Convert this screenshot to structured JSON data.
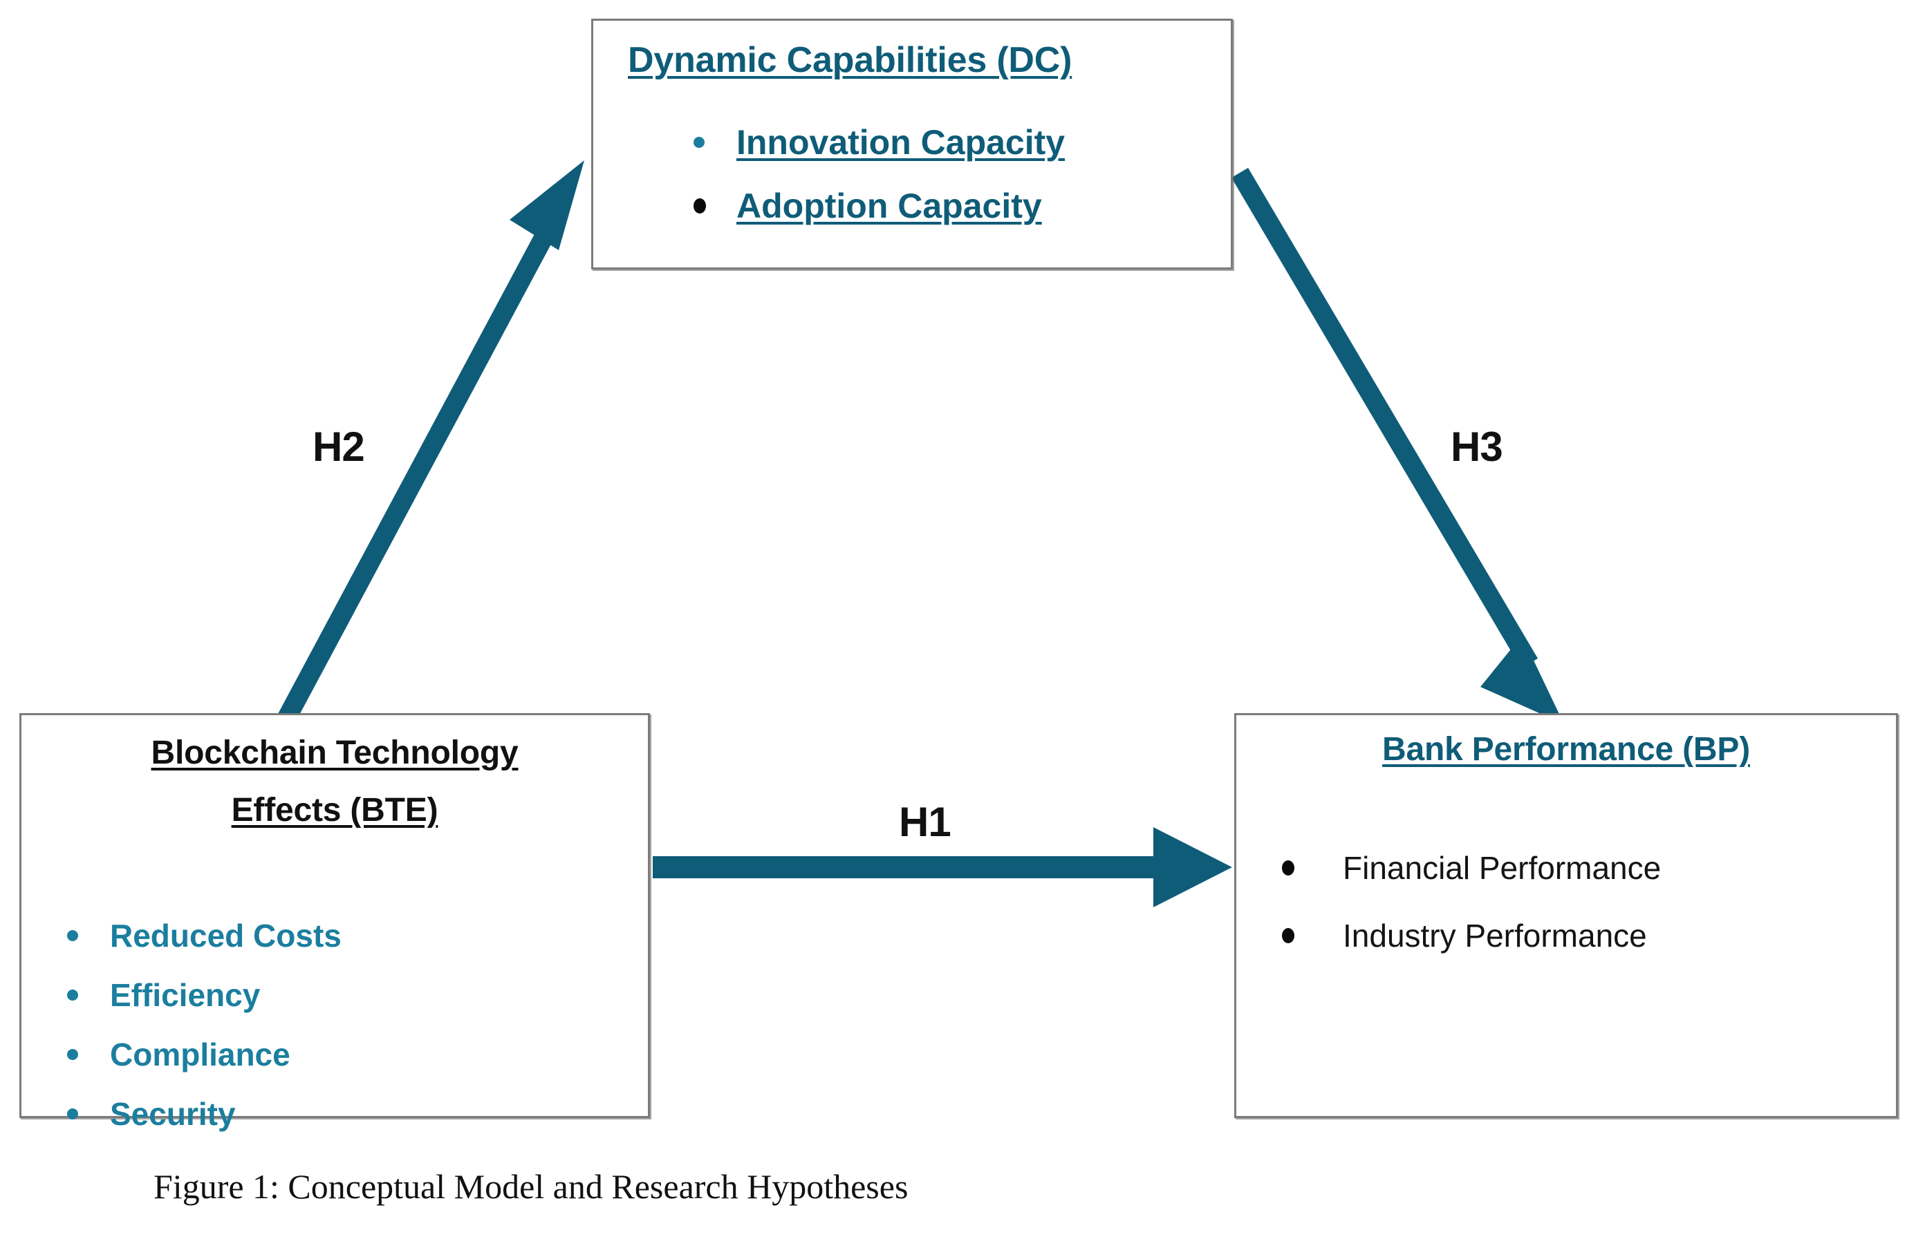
{
  "figure": {
    "caption": "Figure 1: Conceptual Model and Research Hypotheses"
  },
  "colors": {
    "arrow_teal": "#0f5c78",
    "title_teal": "#0f5c78",
    "bullet_teal": "#1b7e9e",
    "box_border": "#7b7b7b",
    "text_black": "#111111",
    "background": "#ffffff"
  },
  "nodes": {
    "dc": {
      "title": "Dynamic Capabilities (DC)",
      "bullets": [
        {
          "label": "Innovation Capacity",
          "marker": "teal"
        },
        {
          "label": "Adoption Capacity",
          "marker": "black"
        }
      ]
    },
    "bte": {
      "title_line1": "Blockchain Technology",
      "title_line2": "Effects (BTE)",
      "bullets": [
        {
          "label": "Reduced Costs",
          "marker": "teal"
        },
        {
          "label": "Efficiency",
          "marker": "teal"
        },
        {
          "label": "Compliance",
          "marker": "teal"
        },
        {
          "label": "Security",
          "marker": "teal"
        }
      ]
    },
    "bp": {
      "title": "Bank Performance (BP)",
      "bullets": [
        {
          "label": "Financial Performance",
          "marker": "black"
        },
        {
          "label": "Industry Performance",
          "marker": "black"
        }
      ]
    }
  },
  "hypotheses": [
    {
      "id": "H1",
      "label": "H1",
      "from": "bte",
      "to": "bp",
      "direction": "right"
    },
    {
      "id": "H2",
      "label": "H2",
      "from": "bte",
      "to": "dc",
      "direction": "up-right"
    },
    {
      "id": "H3",
      "label": "H3",
      "from": "dc",
      "to": "bp",
      "direction": "down-right"
    }
  ],
  "chart_data": {
    "type": "diagram",
    "title": "Figure 1: Conceptual Model and Research Hypotheses",
    "diagram_kind": "conceptual-path-model",
    "nodes": [
      {
        "id": "BTE",
        "name": "Blockchain Technology Effects (BTE)",
        "items": [
          "Reduced Costs",
          "Efficiency",
          "Compliance",
          "Security"
        ]
      },
      {
        "id": "DC",
        "name": "Dynamic Capabilities (DC)",
        "items": [
          "Innovation Capacity",
          "Adoption Capacity"
        ]
      },
      {
        "id": "BP",
        "name": "Bank Performance (BP)",
        "items": [
          "Financial Performance",
          "Industry Performance"
        ]
      }
    ],
    "edges": [
      {
        "label": "H1",
        "source": "BTE",
        "target": "BP"
      },
      {
        "label": "H2",
        "source": "BTE",
        "target": "DC"
      },
      {
        "label": "H3",
        "source": "DC",
        "target": "BP"
      }
    ]
  }
}
